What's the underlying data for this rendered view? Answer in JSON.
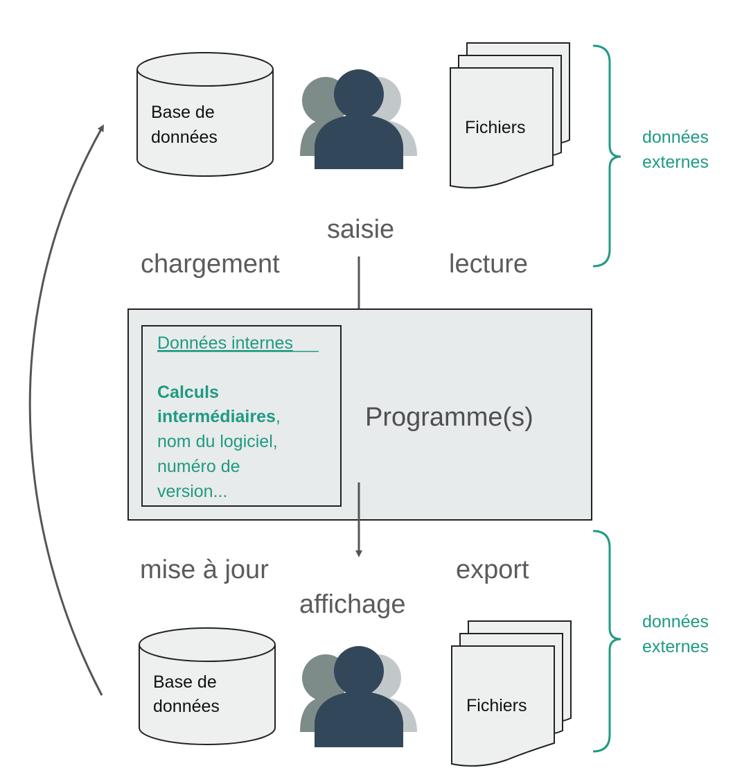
{
  "top": {
    "database_label_line1": "Base de",
    "database_label_line2": "données",
    "files_label": "Fichiers",
    "bracket_label_line1": "données",
    "bracket_label_line2": "externes"
  },
  "flows_in": {
    "saisie": "saisie",
    "chargement": "chargement",
    "lecture": "lecture"
  },
  "program_box": {
    "title": "Programme(s)",
    "internal_heading": "Données internes",
    "internal_bold_line1": "Calculs",
    "internal_bold_line2": "intermédiaires",
    "internal_comma": ",",
    "internal_line3": "nom du logiciel,",
    "internal_line4": "numéro de",
    "internal_line5": "version..."
  },
  "flows_out": {
    "mise_a_jour": "mise à jour",
    "export": "export",
    "affichage": "affichage"
  },
  "bottom": {
    "database_label_line1": "Base de",
    "database_label_line2": "données",
    "files_label": "Fichiers",
    "bracket_label_line1": "données",
    "bracket_label_line2": "externes"
  },
  "colors": {
    "accent_green": "#1f9a83",
    "shape_fill": "#eef0f0",
    "program_fill": "#e8ebeb",
    "user_dark": "#33475b",
    "user_mid": "#7d8b89",
    "user_light": "#c2c7ca",
    "arrow": "#555555"
  }
}
